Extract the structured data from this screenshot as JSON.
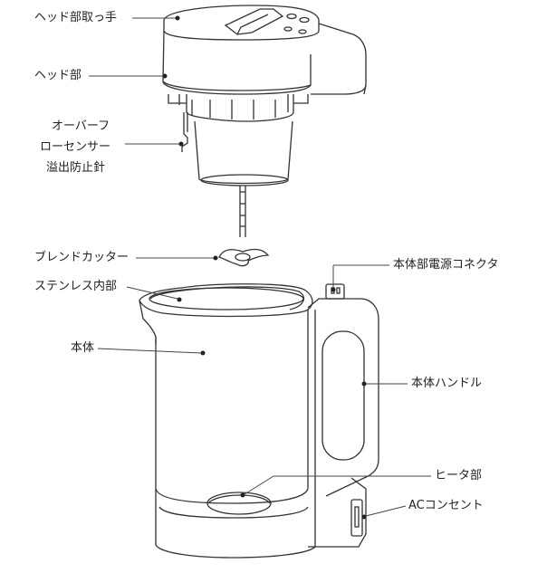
{
  "labels": {
    "head_handle": "ヘッド部取っ手",
    "head": "ヘッド部",
    "overflow_sensor_line1": "オーバーフ",
    "overflow_sensor_line2": "ローセンサー",
    "overflow_sensor_line3": "溢出防止針",
    "blend_cutter": "ブレンドカッター",
    "stainless_inner": "ステンレス内部",
    "body": "本体",
    "body_power_connector": "本体部電源コネクタ",
    "body_handle": "本体ハンドル",
    "heater": "ヒータ部",
    "ac_outlet": "ACコンセント"
  }
}
